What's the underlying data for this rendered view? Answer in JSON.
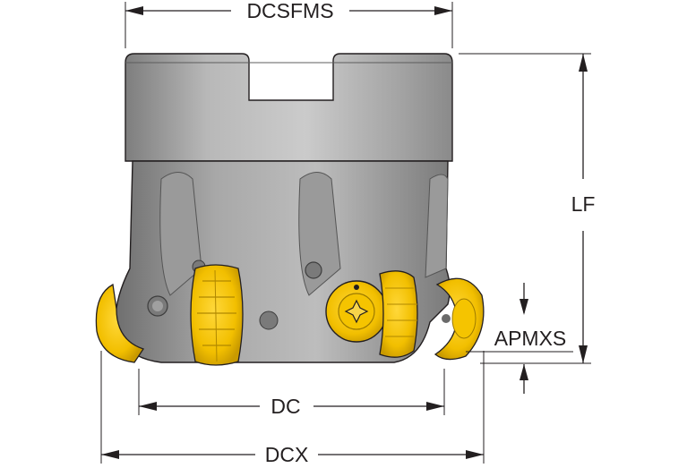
{
  "dimensions": {
    "dcsfms": "DCSFMS",
    "lf": "LF",
    "apmxs": "APMXS",
    "dc": "DC",
    "dcx": "DCX"
  },
  "colors": {
    "body": "#a9a9a9",
    "body_light": "#c9c9c9",
    "body_dark": "#7d7d7d",
    "insert": "#f5c400",
    "insert_dark": "#c79b00",
    "outline": "#231f20"
  }
}
